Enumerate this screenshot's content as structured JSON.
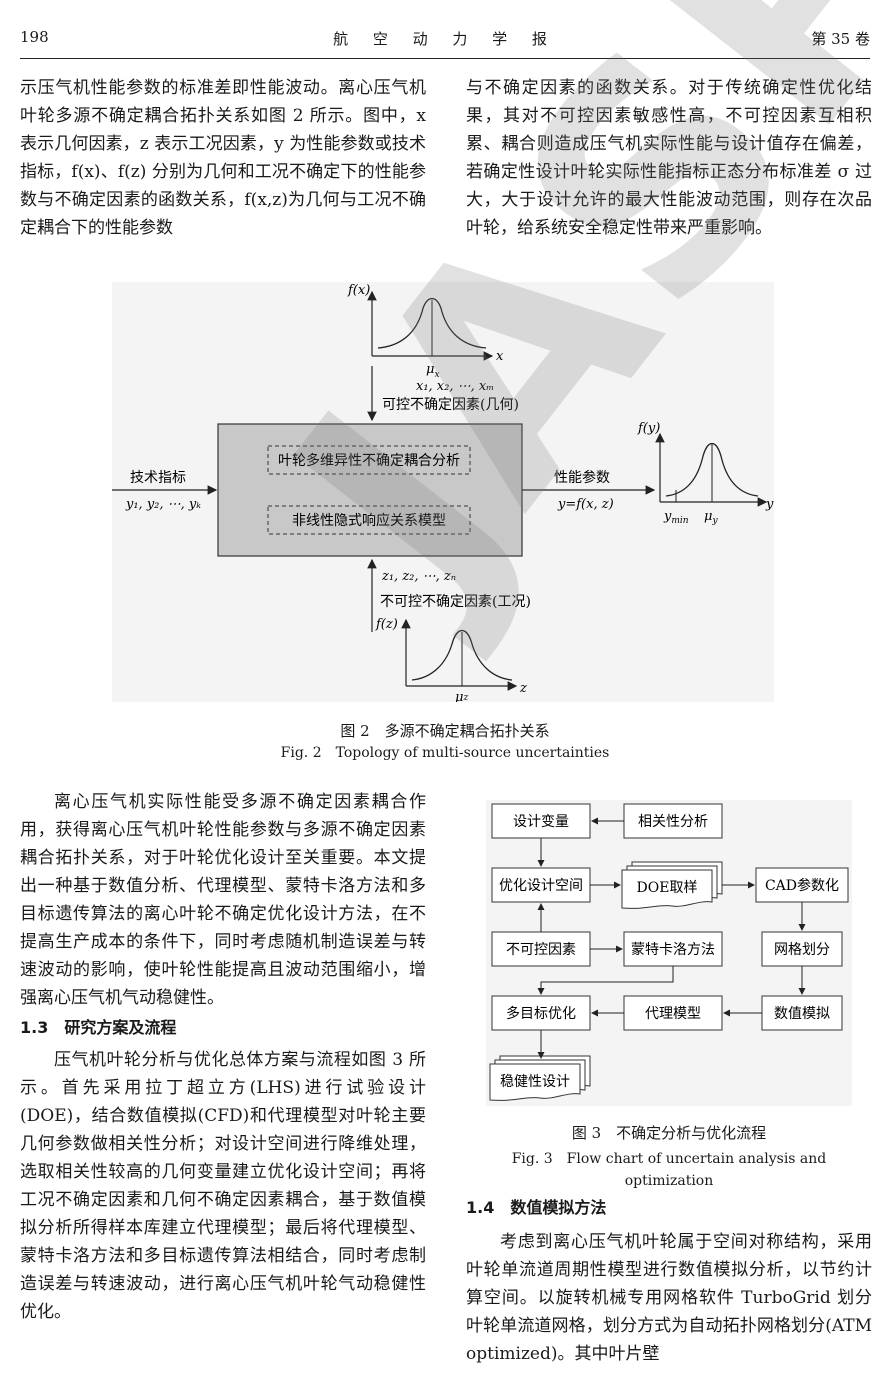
{
  "header": {
    "page_no": "198",
    "journal": "航 空 动 力 学 报",
    "volume": "第 35 卷"
  },
  "col_left_top": {
    "p1": "示压气机性能参数的标准差即性能波动。离心压气机叶轮多源不确定耦合拓扑关系如图 2 所示。图中，x 表示几何因素，z 表示工况因素，y 为性能参数或技术指标，f(x)、f(z) 分别为几何和工况不确定下的性能参数与不确定因素的函数关系，f(x,z)为几何与工况不确定耦合下的性能参数"
  },
  "col_right_top": {
    "p1": "与不确定因素的函数关系。对于传统确定性优化结果，其对不可控因素敏感性高，不可控因素互相积累、耦合则造成压气机实际性能与设计值存在偏差，若确定性设计叶轮实际性能指标正态分布标准差 σ 过大，大于设计允许的最大性能波动范围，则存在次品叶轮，给系统安全稳定性带来严重影响。"
  },
  "fig2": {
    "fx_label": "f(x)",
    "x_axis": "x",
    "mu_x": "μ",
    "mu_x_sub": "x",
    "x_list": "x₁, x₂, ⋯, xₘ",
    "controllable": "可控不确定因素(几何)",
    "box1": "叶轮多维异性不确定耦合分析",
    "box2": "非线性隐式响应关系模型",
    "tech_label": "技术指标",
    "y_list": "y₁, y₂, ⋯, yₖ",
    "perf_label": "性能参数",
    "perf_func": "y=f(x, z)",
    "fy_label": "f(y)",
    "y_axis": "y",
    "y_min": "y",
    "y_min_sub": "min",
    "mu_y": "μ",
    "mu_y_sub": "y",
    "z_list": "z₁, z₂, ⋯, zₙ",
    "uncontrollable": "不可控不确定因素(工况)",
    "fz_label": "f(z)",
    "z_axis": "z",
    "mu_z": "μ",
    "mu_z_sub": "z"
  },
  "fig2_caption": {
    "cn": "图 2　多源不确定耦合拓扑关系",
    "en": "Fig. 2　Topology of multi-source uncertainties"
  },
  "watermark": "JASP",
  "col_left_bottom": {
    "p1": "离心压气机实际性能受多源不确定因素耦合作用，获得离心压气机叶轮性能参数与多源不确定因素耦合拓扑关系，对于叶轮优化设计至关重要。本文提出一种基于数值分析、代理模型、蒙特卡洛方法和多目标遗传算法的离心叶轮不确定优化设计方法，在不提高生产成本的条件下，同时考虑随机制造误差与转速波动的影响，使叶轮性能提高且波动范围缩小，增强离心压气机气动稳健性。",
    "sec_heading": "1.3　研究方案及流程",
    "p2": "压气机叶轮分析与优化总体方案与流程如图 3 所示。首先采用拉丁超立方(LHS)进行试验设计(DOE)，结合数值模拟(CFD)和代理模型对叶轮主要几何参数做相关性分析；对设计空间进行降维处理，选取相关性较高的几何变量建立优化设计空间；再将工况不确定因素和几何不确定因素耦合，基于数值模拟分析所得样本库建立代理模型；最后将代理模型、蒙特卡洛方法和多目标遗传算法相结合，同时考虑制造误差与转速波动，进行离心压气机叶轮气动稳健性优化。"
  },
  "fig3": {
    "n_design_var": "设计变量",
    "n_corr": "相关性分析",
    "n_space": "优化设计空间",
    "n_doe": "DOE取样",
    "n_cad": "CAD参数化",
    "n_uncontrol": "不可控因素",
    "n_mc": "蒙特卡洛方法",
    "n_mesh": "网格划分",
    "n_moo": "多目标优化",
    "n_surrogate": "代理模型",
    "n_sim": "数值模拟",
    "n_robust": "稳健性设计"
  },
  "fig3_caption": {
    "cn": "图 3　不确定分析与优化流程",
    "en": "Fig. 3　Flow chart of uncertain analysis and optimization"
  },
  "col_right_bottom": {
    "sec_heading": "1.4　数值模拟方法",
    "p1": "考虑到离心压气机叶轮属于空间对称结构，采用叶轮单流道周期性模型进行数值模拟分析，以节约计算空间。以旋转机械专用网格软件 TurboGrid 划分叶轮单流道网格，划分方式为自动拓扑网格划分(ATM optimized)。其中叶片壁"
  }
}
